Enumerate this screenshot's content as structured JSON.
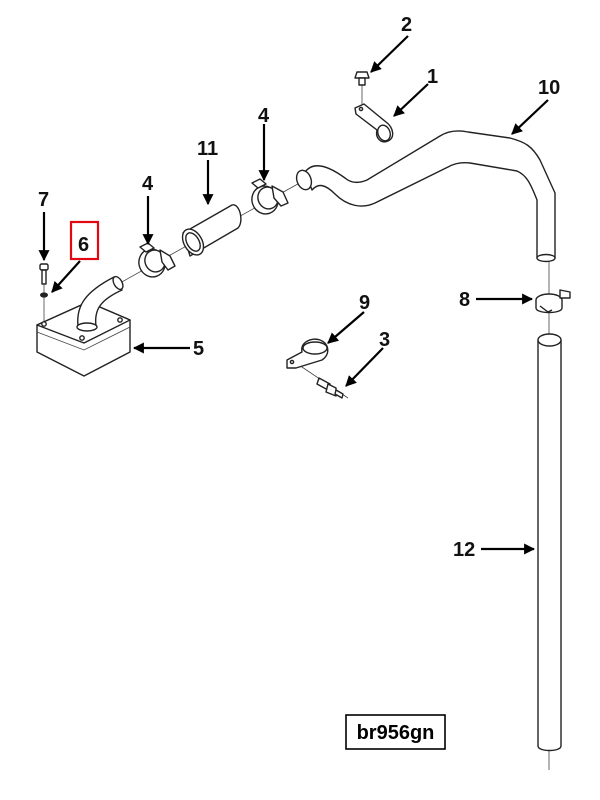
{
  "diagram": {
    "type": "exploded-parts-view",
    "reference_code": "br956gn",
    "highlight_color": "#e30613",
    "highlighted_callout": "6",
    "callouts": [
      {
        "id": "c1",
        "label": "1",
        "part": "p-clamp"
      },
      {
        "id": "c2",
        "label": "2",
        "part": "bolt"
      },
      {
        "id": "c3",
        "label": "3",
        "part": "fitting"
      },
      {
        "id": "c4a",
        "label": "4",
        "part": "hose-clamp"
      },
      {
        "id": "c4b",
        "label": "4",
        "part": "hose-clamp"
      },
      {
        "id": "c5",
        "label": "5",
        "part": "reservoir-box"
      },
      {
        "id": "c6",
        "label": "6",
        "part": "washer"
      },
      {
        "id": "c7",
        "label": "7",
        "part": "bolt"
      },
      {
        "id": "c8",
        "label": "8",
        "part": "hose-clamp"
      },
      {
        "id": "c9",
        "label": "9",
        "part": "p-clamp"
      },
      {
        "id": "c10",
        "label": "10",
        "part": "formed-hose"
      },
      {
        "id": "c11",
        "label": "11",
        "part": "straight-hose"
      },
      {
        "id": "c12",
        "label": "12",
        "part": "long-tube"
      }
    ]
  }
}
